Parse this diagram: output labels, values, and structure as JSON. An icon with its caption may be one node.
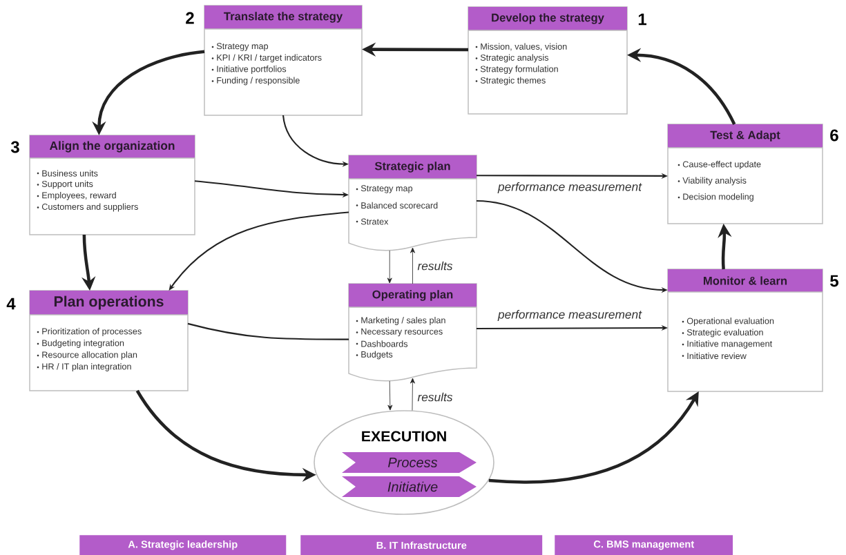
{
  "diagram": {
    "nodes": [
      {
        "text": [
          "Develop the strategy",
          "Mission, values, vision",
          "Strategic analysis",
          "Strategy formulation",
          "Strategic themes"
        ],
        "beside": [
          "1"
        ]
      },
      {
        "text": [
          "Translate the strategy",
          "Strategy map",
          "KPI / KRI / target indicators",
          "Initiative portfolios",
          "Funding / responsible"
        ],
        "beside": [
          "2"
        ]
      },
      {
        "text": [
          "Align the organization",
          "Business units",
          "Support units",
          "Employees, reward",
          "Customers and suppliers"
        ],
        "beside": [
          "3"
        ]
      },
      {
        "text": [
          "Plan operations",
          "Prioritization of processes",
          "Budgeting integration",
          "Resource allocation plan",
          "HR / IT plan integration"
        ],
        "beside": [
          "4"
        ]
      },
      {
        "text": [
          "Strategic plan",
          "Strategy map",
          "Balanced scorecard",
          "Stratex"
        ]
      },
      {
        "text": [
          "Operating plan",
          "Marketing / sales plan",
          "Necessary resources",
          "Dashboards",
          "Budgets"
        ]
      },
      {
        "text": [
          "Test & Adapt",
          "Cause-effect update",
          "Viability analysis",
          "Decision modeling"
        ],
        "beside": [
          "6"
        ]
      },
      {
        "text": [
          "Monitor & learn",
          "Operational evaluation",
          "Strategic evaluation",
          "Initiative management",
          "Initiative review"
        ],
        "beside": [
          "5"
        ]
      },
      {
        "text": [
          "EXECUTION"
        ]
      },
      {
        "text": [
          "Process"
        ],
        "in": 8
      },
      {
        "text": [
          "Initiative"
        ],
        "in": 8
      },
      {
        "text": [
          "A. Strategic leadership"
        ]
      },
      {
        "text": [
          "B. IT Infrastructure"
        ]
      },
      {
        "text": [
          "C. BMS management"
        ]
      }
    ],
    "edges": [
      {
        "from": 0,
        "to": 1,
        "arrow": "to",
        "style": "thick"
      },
      {
        "from": 1,
        "to": 2,
        "arrow": "to",
        "style": "thick"
      },
      {
        "from": 2,
        "to": 3,
        "arrow": "to",
        "style": "thick"
      },
      {
        "from": 3,
        "to": 8,
        "arrow": "to",
        "style": "thick"
      },
      {
        "from": 8,
        "to": 7,
        "arrow": "to",
        "style": "thick"
      },
      {
        "from": 7,
        "to": 6,
        "arrow": "to",
        "style": "thick"
      },
      {
        "from": 6,
        "to": 0,
        "arrow": "to",
        "style": "thick"
      },
      {
        "from": 1,
        "to": 4,
        "arrow": "to"
      },
      {
        "from": 2,
        "to": 4,
        "arrow": "to"
      },
      {
        "from": 4,
        "to": 3,
        "arrow": "to"
      },
      {
        "from": 3,
        "to": 5,
        "arrow": "none"
      },
      {
        "from": 4,
        "to": 6,
        "arrow": "to",
        "label": "performance measurement"
      },
      {
        "from": 4,
        "to": 7,
        "arrow": "to"
      },
      {
        "from": 5,
        "to": 7,
        "arrow": "to",
        "label": "performance measurement"
      },
      {
        "from": 4,
        "to": 5,
        "arrow": "to"
      },
      {
        "from": 5,
        "to": 4,
        "arrow": "to",
        "label": "results"
      },
      {
        "from": 5,
        "to": 8,
        "arrow": "to"
      },
      {
        "from": 8,
        "to": 5,
        "arrow": "to",
        "label": "results"
      }
    ]
  }
}
